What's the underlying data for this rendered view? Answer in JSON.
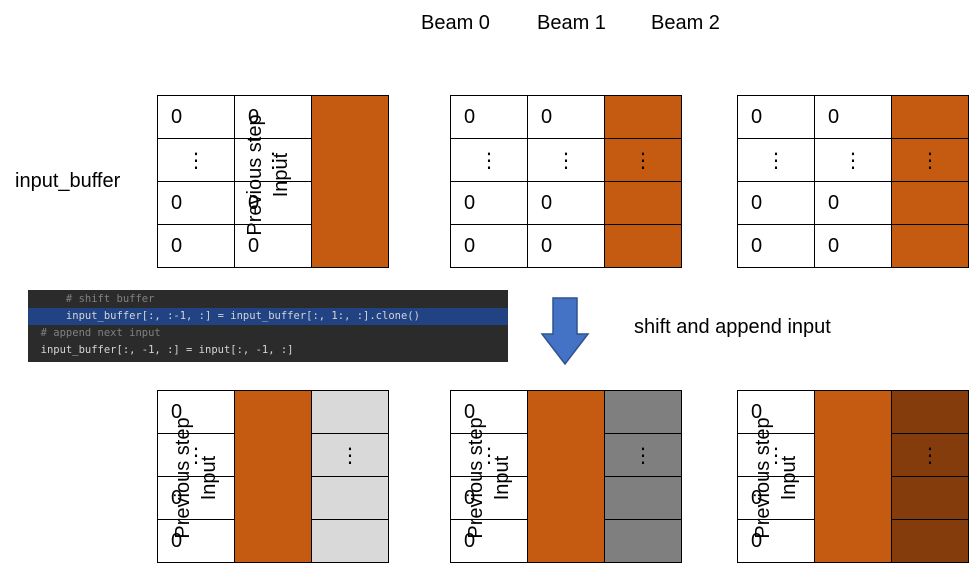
{
  "beam_labels": [
    "Beam 0",
    "Beam 1",
    "Beam 2"
  ],
  "side_label": "input_buffer",
  "arrow_label": "shift and append input",
  "cell_zero": "0",
  "cell_dots": "⋮",
  "rotated_text": {
    "line1": "Previous step",
    "line2": "Input"
  },
  "colors": {
    "orange": "#c55a11",
    "light_gray": "#d9d9d9",
    "dark_gray": "#7f7f7f",
    "dark_brown": "#843c0c",
    "arrow_blue": "#4472c4",
    "code_bg": "#2b2b2b",
    "code_highlight": "#214283"
  },
  "code_lines": [
    {
      "indent": "      ",
      "text": "# shift buffer",
      "kind": "comment",
      "highlight": false
    },
    {
      "indent": "      ",
      "text": "input_buffer[:, :-1, :] = input_buffer[:, 1:, :].clone()",
      "kind": "code",
      "highlight": true
    },
    {
      "indent": "  ",
      "text": "# append next input",
      "kind": "comment",
      "highlight": false
    },
    {
      "indent": "  ",
      "text": "input_buffer[:, -1, :] = input[:, -1, :]",
      "kind": "code",
      "highlight": false
    }
  ]
}
